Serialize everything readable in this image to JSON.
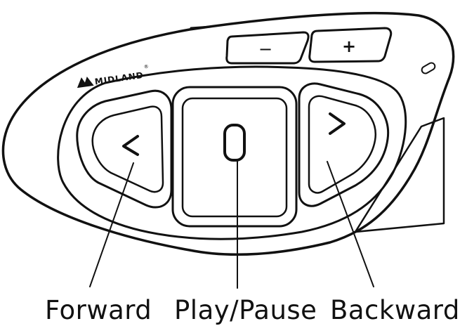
{
  "device": {
    "brand": "MIDLAND",
    "registered_mark": "®",
    "buttons": {
      "volume_down_label": "−",
      "volume_up_label": "+",
      "forward_glyph": "<",
      "backward_glyph": ">",
      "play_pause_glyph": "0"
    }
  },
  "callouts": {
    "forward": "Forward",
    "play_pause": "Play/Pause",
    "backward": "Backward"
  }
}
